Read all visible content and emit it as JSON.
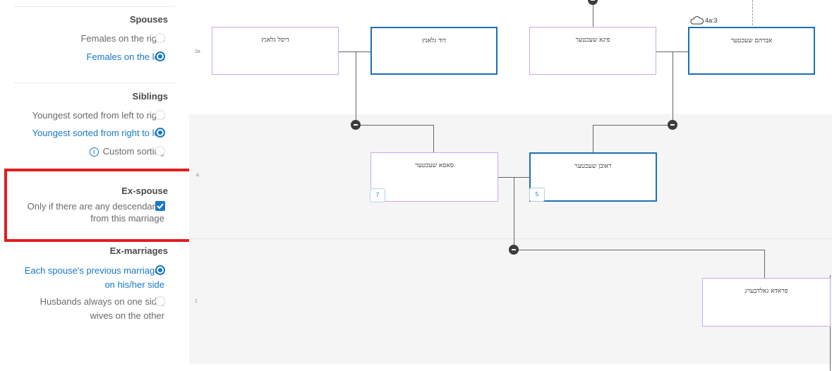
{
  "sidebar": {
    "spouses": {
      "title": "Spouses",
      "options": [
        {
          "label": "Females on the right",
          "selected": false
        },
        {
          "label": "Females on the left",
          "selected": true
        }
      ]
    },
    "siblings": {
      "title": "Siblings",
      "options": [
        {
          "label": "Youngest sorted from left to right",
          "selected": false
        },
        {
          "label": "Youngest sorted from right to left",
          "selected": true
        },
        {
          "label": "Custom sorting",
          "selected": false
        }
      ]
    },
    "ex_spouse": {
      "title": "Ex-spouse",
      "line1": "Only if there are any descendants",
      "line2": "from this marriage",
      "checked": true
    },
    "ex_marriages": {
      "title": "Ex-marriages",
      "opt1_line1": "Each spouse's previous marriages",
      "opt1_line2": "on his/her side",
      "opt2_line1": "Husbands always on one side,",
      "opt2_line2": "wives on the other",
      "selected_index": 0
    }
  },
  "tree": {
    "gen_labels": [
      "3a",
      "a",
      "1"
    ],
    "gen3": {
      "diesel": "דיסל גלאנץ",
      "david": "דוד גלאנץ",
      "feiga": "פיגא שעכטער",
      "avraham": "אברהם שעכטער",
      "avraham_tag": "4a:3"
    },
    "gen2": {
      "sasa": "סאסא שעכטער",
      "sasa_badge": "7",
      "reuven": "ראובן שעכטער",
      "reuven_badge": "5"
    },
    "gen1": {
      "frada": "פראדא גאלדבערג"
    }
  },
  "colors": {
    "accent": "#1878c8",
    "highlight": "#e21e1e",
    "female_border": "#c9a9e6",
    "male_border": "#1c6fb5"
  }
}
